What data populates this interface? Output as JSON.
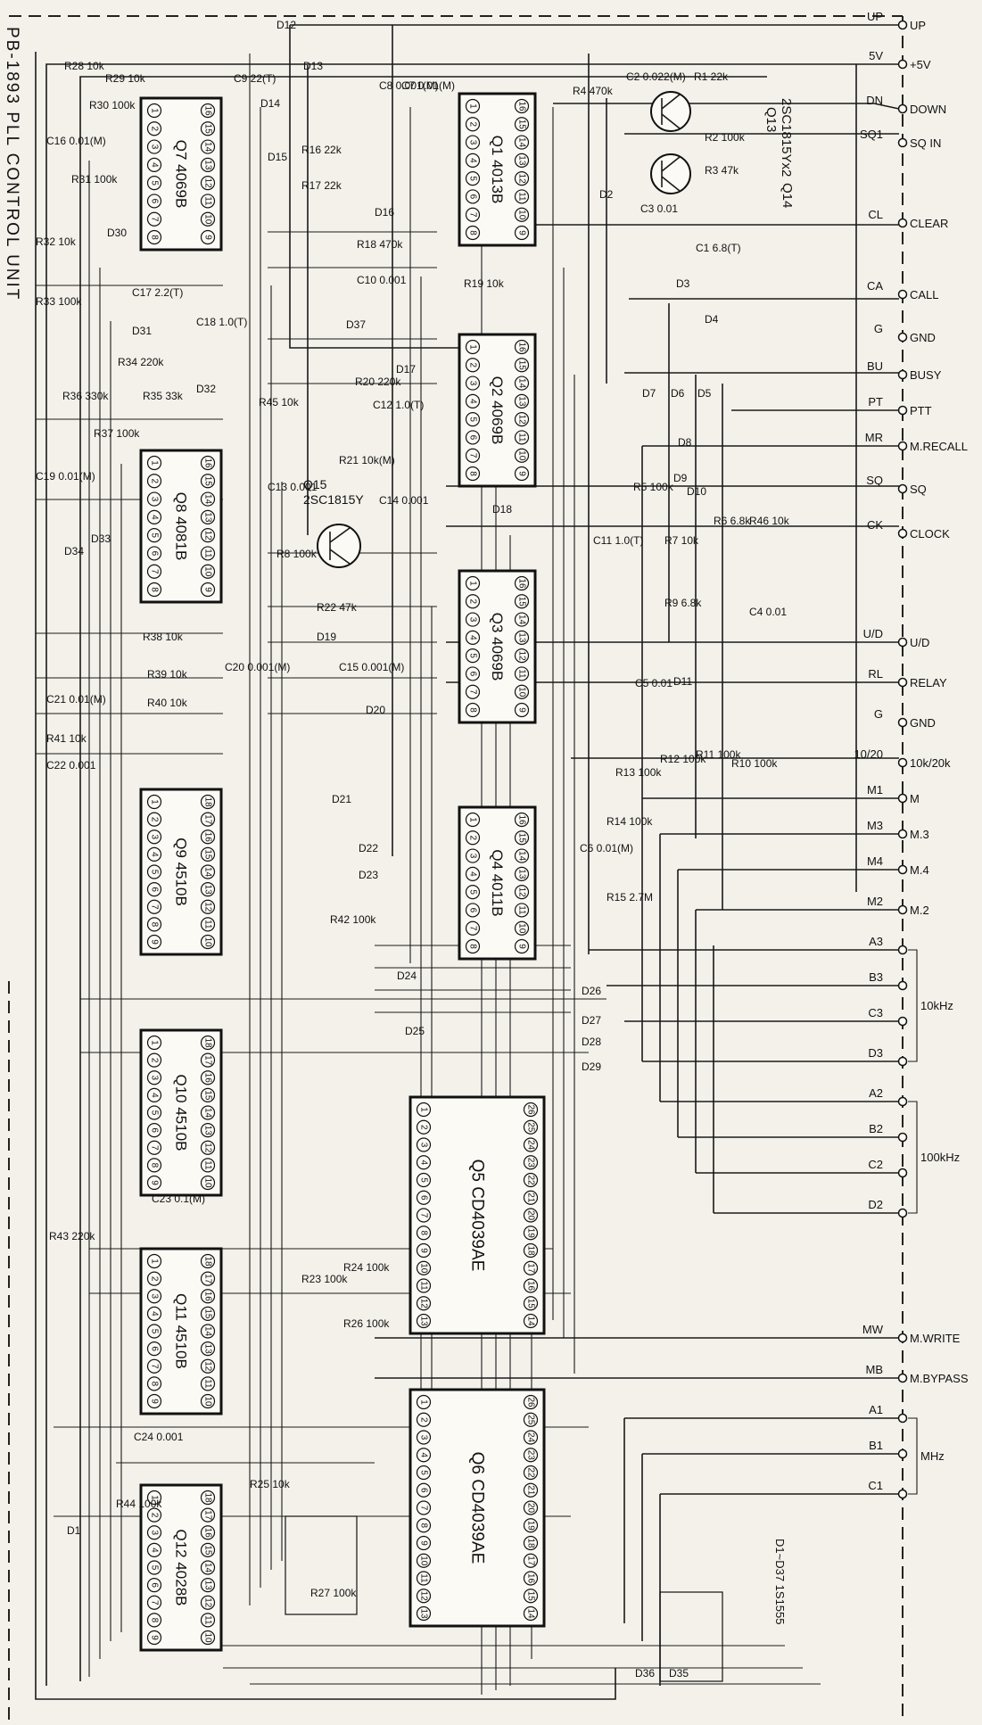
{
  "title": "PB-1893 PLL CONTROL UNIT",
  "connectors": [
    {
      "code": "UP",
      "name": "UP"
    },
    {
      "code": "5V",
      "name": "+5V"
    },
    {
      "code": "DN",
      "name": "DOWN"
    },
    {
      "code": "SQ1",
      "name": "SQ IN"
    },
    {
      "code": "CL",
      "name": "CLEAR"
    },
    {
      "code": "CA",
      "name": "CALL"
    },
    {
      "code": "G",
      "name": "GND"
    },
    {
      "code": "BU",
      "name": "BUSY"
    },
    {
      "code": "PT",
      "name": "PTT"
    },
    {
      "code": "MR",
      "name": "M.RECALL"
    },
    {
      "code": "SQ",
      "name": "SQ"
    },
    {
      "code": "CK",
      "name": "CLOCK"
    },
    {
      "code": "U/D",
      "name": "U/D"
    },
    {
      "code": "RL",
      "name": "RELAY"
    },
    {
      "code": "G",
      "name": "GND"
    },
    {
      "code": "10/20",
      "name": "10k/20k"
    },
    {
      "code": "M1",
      "name": "M"
    },
    {
      "code": "M3",
      "name": "M.3"
    },
    {
      "code": "M4",
      "name": "M.4"
    },
    {
      "code": "M2",
      "name": "M.2"
    },
    {
      "code": "A3",
      "name": ""
    },
    {
      "code": "B3",
      "name": ""
    },
    {
      "code": "C3",
      "name": ""
    },
    {
      "code": "D3",
      "name": ""
    },
    {
      "code": "A2",
      "name": ""
    },
    {
      "code": "B2",
      "name": ""
    },
    {
      "code": "C2",
      "name": ""
    },
    {
      "code": "D2",
      "name": ""
    },
    {
      "code": "MW",
      "name": "M.WRITE"
    },
    {
      "code": "MB",
      "name": "M.BYPASS"
    },
    {
      "code": "A1",
      "name": ""
    },
    {
      "code": "B1",
      "name": ""
    },
    {
      "code": "C1",
      "name": ""
    }
  ],
  "groups": [
    "10kHz",
    "100kHz",
    "MHz"
  ],
  "ics": [
    {
      "ref": "Q7",
      "part": "4069B",
      "pins": 8
    },
    {
      "ref": "Q1",
      "part": "4013B",
      "pins": 8
    },
    {
      "ref": "Q2",
      "part": "4069B",
      "pins": 8
    },
    {
      "ref": "Q8",
      "part": "4081B",
      "pins": 8
    },
    {
      "ref": "Q3",
      "part": "4069B",
      "pins": 8
    },
    {
      "ref": "Q9",
      "part": "4510B",
      "pins": 9
    },
    {
      "ref": "Q4",
      "part": "4011B",
      "pins": 8
    },
    {
      "ref": "Q10",
      "part": "4510B",
      "pins": 9
    },
    {
      "ref": "Q5",
      "part": "CD4039AE",
      "pins": 13
    },
    {
      "ref": "Q11",
      "part": "4510B",
      "pins": 9
    },
    {
      "ref": "Q6",
      "part": "CD4039AE",
      "pins": 13
    },
    {
      "ref": "Q12",
      "part": "4028B",
      "pins": 9
    }
  ],
  "transistors": [
    {
      "ref": "Q13",
      "part": ""
    },
    {
      "ref": "Q14",
      "part": ""
    },
    {
      "ref": "Q15",
      "part": "2SC1815Y"
    }
  ],
  "transistor_note": "2SC1815Yx2",
  "diode_note": "D1~D37 1S1555",
  "components": [
    "R28 10k",
    "R29 10k",
    "R30 100k",
    "R31 100k",
    "C16 0.01(M)",
    "R32 10k",
    "D30",
    "C9 22(T)",
    "D14",
    "D15",
    "D12",
    "D13",
    "C8 0.001(M)",
    "C7 0.01(M)",
    "R16 22k",
    "R17 22k",
    "D16",
    "R18 470k",
    "C10 0.001",
    "R19 10k",
    "D37",
    "R20 220k",
    "D17",
    "C12 1.0(T)",
    "R4 470k",
    "D2",
    "C2 0.022(M)",
    "R1 22k",
    "R2 100k",
    "R3 47k",
    "C3 0.01",
    "C1 6.8(T)",
    "D3",
    "D4",
    "D7",
    "D6",
    "D5",
    "D8",
    "D9",
    "D10",
    "R5 100k",
    "R7 10k",
    "R6 6.8k",
    "R46 10k",
    "C11 1.0(T)",
    "R9 6.8k",
    "C4 0.01",
    "R33 100k",
    "C17 2.2(T)",
    "D31",
    "C18 1.0(T)",
    "R34 220k",
    "D32",
    "R36 330k",
    "R35 33k",
    "R37 100k",
    "R45 10k",
    "C19 0.01(M)",
    "C13 0.001",
    "R21 10k(M)",
    "C14 0.001",
    "D18",
    "D34",
    "D33",
    "R8 100k",
    "R22 47k",
    "D19",
    "R38 10k",
    "R39 10k",
    "C20 0.001(M)",
    "C15 0.001(M)",
    "R40 10k",
    "D20",
    "C21 0.01(M)",
    "R41 10k",
    "C22 0.001",
    "C5 0.01",
    "D11",
    "R13 100k",
    "R12 100k",
    "R11 100k",
    "R10 100k",
    "D21",
    "D22",
    "D23",
    "R42 100k",
    "R14 100k",
    "C6 0.01(M)",
    "R15 2.7M",
    "D24",
    "D25",
    "D26",
    "D27",
    "D28",
    "D29",
    "C23 0.1(M)",
    "R43 220k",
    "R23 100k",
    "R24 100k",
    "R26 100k",
    "C24 0.001",
    "R44 100k",
    "R25 10k",
    "R27 100k",
    "D1",
    "D35",
    "D36"
  ]
}
